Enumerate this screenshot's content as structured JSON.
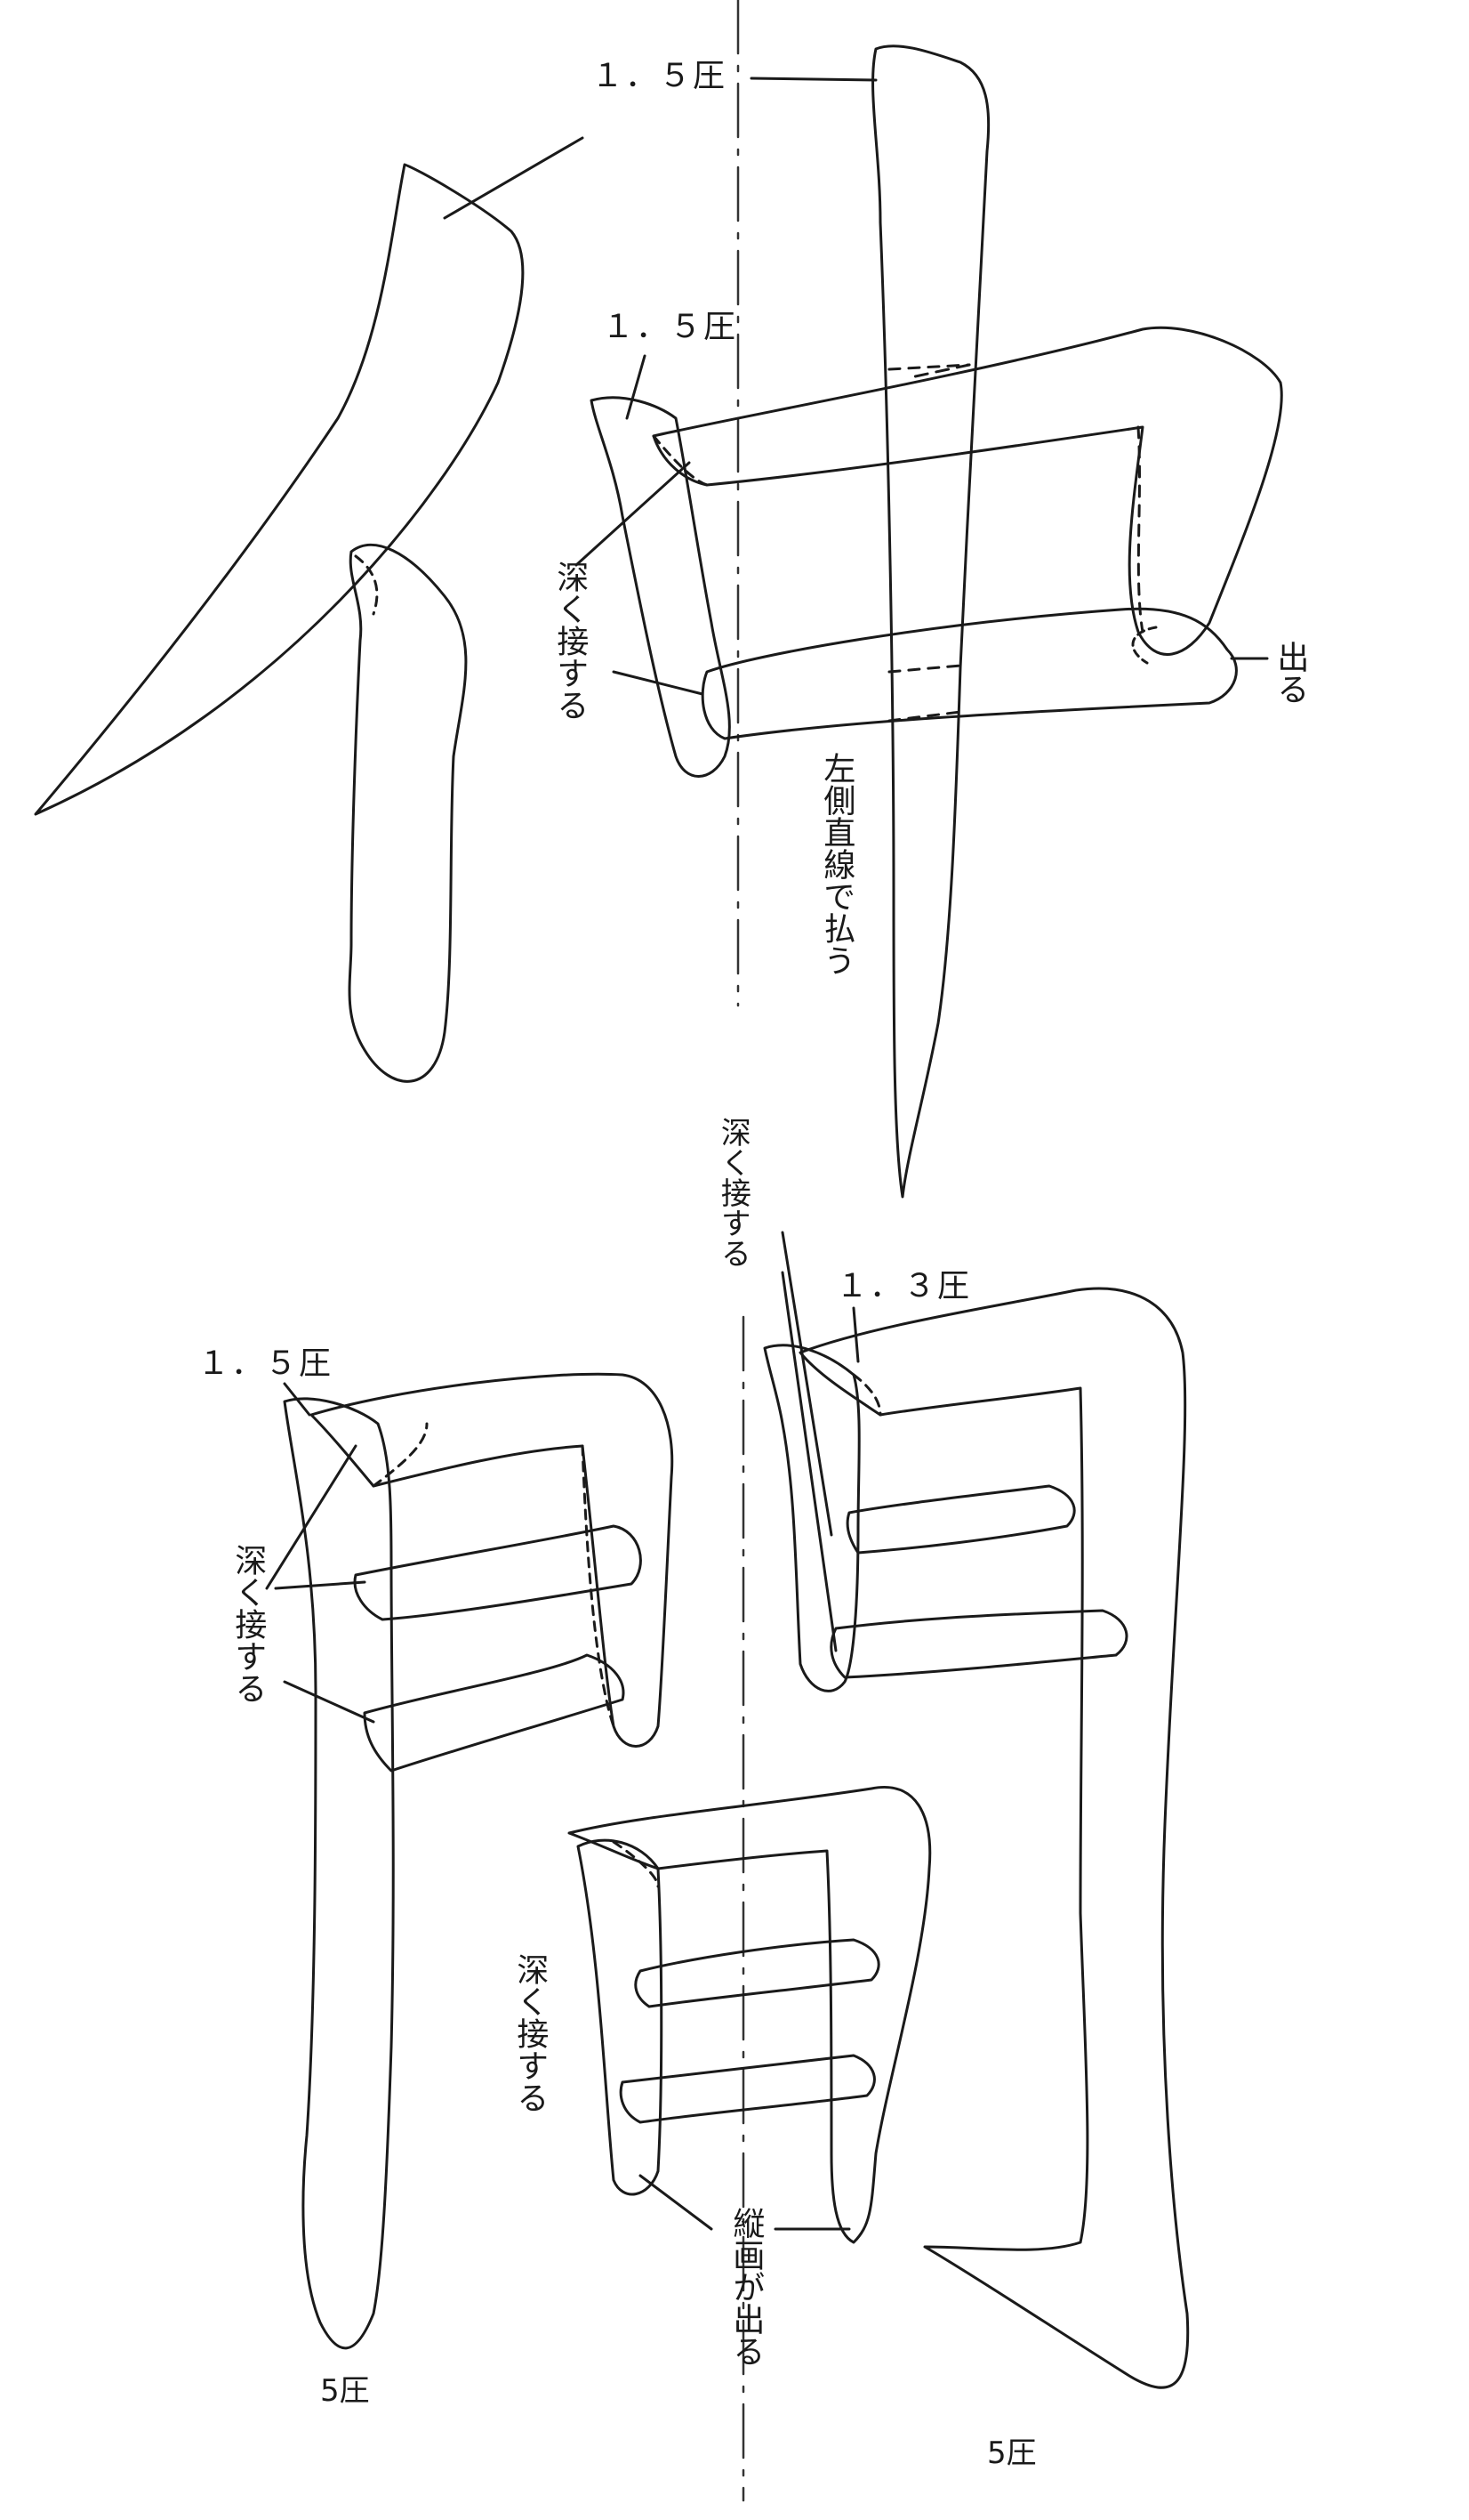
{
  "labels": {
    "naka_top_pressure": "１．５圧",
    "naka_box_pressure": "１．５圧",
    "naka_deep_contact": "深く接する",
    "naka_protrude": "出る",
    "naka_sweep_note": "左側直線で払う",
    "aida_right_deep_contact": "深く接する",
    "aida_right_pressure": "１．３圧",
    "aida_left_pressure": "１．５圧",
    "aida_left_deep_contact": "深く接する",
    "aida_inner_deep_contact": "深く接する",
    "aida_vertical_protrude": "縦画が出る",
    "aida_left_bottom_pressure": "5圧",
    "aida_right_bottom_pressure": "5圧"
  },
  "style": {
    "stroke_color": "#1a1a1a",
    "guide_color": "#333333",
    "paper_color": "#ffffff"
  }
}
